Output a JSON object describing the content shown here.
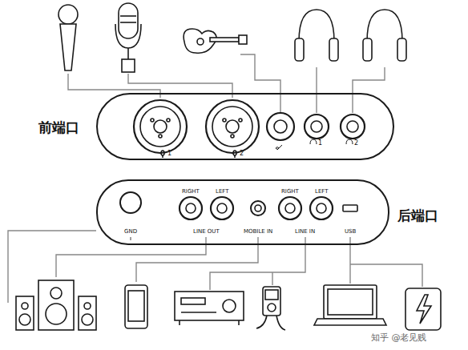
{
  "diagram": {
    "nodes": [
      {
        "text": [
          "前端口"
        ]
      },
      {
        "text": [
          "后端口"
        ]
      }
    ],
    "labels": [
      "1",
      "2",
      "1",
      "2",
      "RIGHT",
      "LEFT",
      "RIGHT",
      "LEFT",
      "GND",
      "LINE OUT",
      "MOBILE IN",
      "LINE IN",
      "USB",
      "知乎 @老见贱"
    ]
  }
}
